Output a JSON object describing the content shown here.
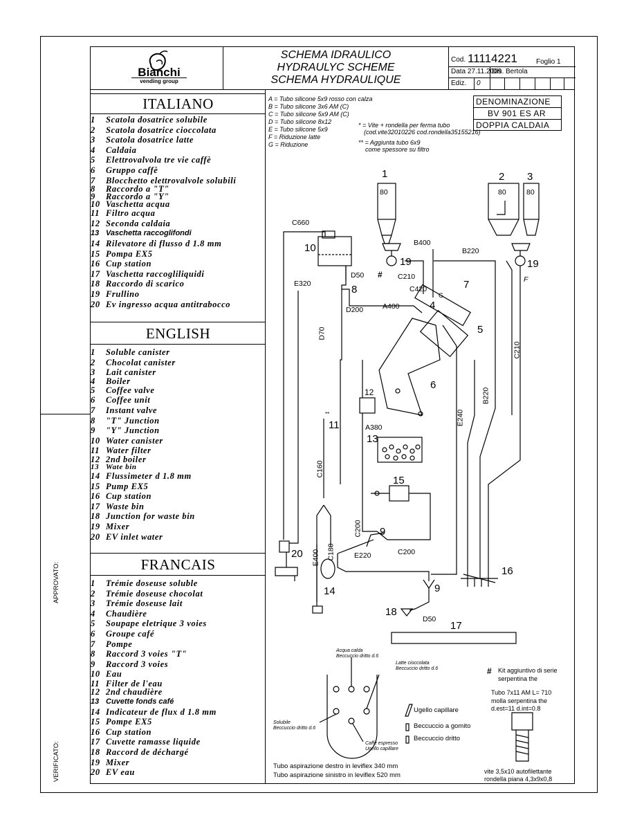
{
  "header": {
    "logo_text": "Bianchi",
    "logo_sub": "vending group",
    "title_lines": [
      "SCHEMA  IDRAULICO",
      "HYDRAULYC  SCHEME",
      "SCHEMA  HYDRAULIQUE"
    ],
    "cod_label": "Cod.",
    "cod_value": "11114221",
    "foglio": "Foglio 1",
    "data": "Data 27.11.2009",
    "dis": "Dis. Bertola",
    "ediz_label": "Ediz.",
    "ediz_value": "0"
  },
  "denominazione": {
    "label": "DENOMINAZIONE",
    "model": "BV 901 ES AR",
    "variant": "DOPPIA CALDAIA"
  },
  "tube_legend": [
    "A = Tubo silicone 5x9 rosso con calza",
    "B = Tubo silicone 3x6 AM (C)",
    "C = Tubo silicone 5x9 AM (C)",
    "D = Tubo silicone 8x12",
    "E = Tubo silicone 5x9",
    "F = Riduzione latte",
    "G = Riduzione"
  ],
  "notes": {
    "n1a": "* = Vite + rondella per ferma tubo",
    "n1b": "(cod.vite32010226 cod.rondella35155216)",
    "n2a": "** = Aggiunta tubo 6x9",
    "n2b": "come spessore su filtro"
  },
  "italiano": {
    "title": "ITALIANO",
    "items": [
      [
        "1",
        "Scatola  dosatrice  solubile"
      ],
      [
        "2",
        "Scatola  dosatrice  cioccolata"
      ],
      [
        "3",
        "Scatola  dosatrice  latte"
      ],
      [
        "4",
        "Caldaia"
      ],
      [
        "5",
        "Elettrovalvola  tre  vie  caffè"
      ],
      [
        "6",
        "Gruppo  caffè"
      ],
      [
        "7",
        "Blocchetto  elettrovalvole  solubili"
      ],
      [
        "8",
        "Raccordo  a  \"T\""
      ],
      [
        "9",
        "Raccordo  a  \"Y\""
      ],
      [
        "10",
        "Vaschetta  acqua"
      ],
      [
        "11",
        "Filtro  acqua"
      ],
      [
        "12",
        "Seconda  caldaia"
      ],
      [
        "13",
        "Vaschetta raccoglifondi"
      ],
      [
        "14",
        "Rilevatore  di  flusso  d  1.8  mm"
      ],
      [
        "15",
        "Pompa  EX5"
      ],
      [
        "16",
        "Cup  station"
      ],
      [
        "17",
        "Vaschetta  raccogliliquidi"
      ],
      [
        "18",
        "Raccordo  di  scarico"
      ],
      [
        "19",
        "Frullino"
      ],
      [
        "20",
        "Ev  ingresso  acqua  antitrabocco"
      ]
    ]
  },
  "english": {
    "title": "ENGLISH",
    "items": [
      [
        "1",
        "Soluble  canister"
      ],
      [
        "2",
        "Chocolat  canister"
      ],
      [
        "3",
        "Lait  canister"
      ],
      [
        "4",
        "Boiler"
      ],
      [
        "5",
        "Coffee  valve"
      ],
      [
        "6",
        "Coffee  unit"
      ],
      [
        "7",
        "Instant  valve"
      ],
      [
        "8",
        "\"T\"  Junction"
      ],
      [
        "9",
        "\"Y\"  Junction"
      ],
      [
        "10",
        "Water  canister"
      ],
      [
        "11",
        "Water  filter"
      ],
      [
        "12",
        "2nd  boiler"
      ],
      [
        "13",
        "Wate bin"
      ],
      [
        "14",
        "Flussimeter  d  1.8  mm"
      ],
      [
        "15",
        "Pump  EX5"
      ],
      [
        "16",
        "Cup  station"
      ],
      [
        "17",
        "Waste  bin"
      ],
      [
        "18",
        "Junction  for  waste  bin"
      ],
      [
        "19",
        "Mixer"
      ],
      [
        "20",
        "EV  inlet  water"
      ]
    ]
  },
  "francais": {
    "title": "FRANCAIS",
    "items": [
      [
        "1",
        "Trémie  doseuse  soluble"
      ],
      [
        "2",
        "Trémie  doseuse  chocolat"
      ],
      [
        "3",
        "Trémie  doseuse  lait"
      ],
      [
        "4",
        "Chaudière"
      ],
      [
        "5",
        "Soupape  eletrique  3  voies"
      ],
      [
        "6",
        "Groupe  café"
      ],
      [
        "7",
        "Pompe"
      ],
      [
        "8",
        "Raccord  3  voies  \"T\""
      ],
      [
        "9",
        "Raccord  3  voies"
      ],
      [
        "10",
        "Eau"
      ],
      [
        "11",
        "Filter  de  l'eau"
      ],
      [
        "12",
        "2nd  chaudière"
      ],
      [
        "13",
        "Cuvette fonds café"
      ],
      [
        "14",
        "Indicateur  de  flux  d  1.8  mm"
      ],
      [
        "15",
        "Pompe  EX5"
      ],
      [
        "16",
        "Cup  station"
      ],
      [
        "17",
        "Cuvette  ramasse  liquide"
      ],
      [
        "18",
        "Raccord  de  déchargé"
      ],
      [
        "19",
        "Mixer"
      ],
      [
        "20",
        "EV  eau"
      ]
    ]
  },
  "side": {
    "approvato": "APPROVATO:",
    "verificato": "VERIFICATO:"
  },
  "diagram_labels": {
    "c660": "C660",
    "n10": "10",
    "d50a": "D50",
    "n8": "8",
    "e320": "E320",
    "d70": "D70",
    "d200": "D200",
    "a400": "A400",
    "b400": "B400",
    "b220a": "B220",
    "c210a": "C210",
    "c420": "C420",
    "n4": "4",
    "n7": "7",
    "g": "G",
    "n5": "5",
    "n6": "6",
    "n1": "1",
    "n2": "2",
    "n3": "3",
    "n19a": "19",
    "n19b": "19",
    "f": "F",
    "c210b": "C210",
    "b220b": "B220",
    "e240": "E240",
    "n12": "12",
    "a380": "A380",
    "n13": "13",
    "n11": "11",
    "ast2": "**",
    "c160": "C160",
    "n15": "15",
    "c200a": "C200",
    "n9a": "9",
    "c200b": "C200",
    "e220": "E220",
    "c180": "C180",
    "e400": "E400",
    "n20": "20",
    "n14": "14",
    "n16": "16",
    "n9b": "9",
    "n18": "18",
    "d50b": "D50",
    "n17": "17",
    "hash": "#",
    "gauge": "80"
  },
  "nozzle": {
    "acqua_calda": "Acqua calda",
    "acqua_calda_sub": "Beccuccio dritto d.6",
    "latte": "Latte cioccolata",
    "latte_sub": "Beccuccio dritto d.6",
    "solubile": "Solubile",
    "solubile_sub": "Beccuccio dritto d.6",
    "caffe": "Caffè espresso",
    "caffe_sub": "Ugello capillare",
    "key1": "Ugello capillare",
    "key2": "Beccuccio a gomito",
    "key3": "Beccuccio dritto",
    "tubo1": "Tubo aspirazione destro in leviflex 340 mm",
    "tubo2": "Tubo aspirazione sinistro in leviflex 520 mm"
  },
  "kit": {
    "line1": "Kit aggiuntivo di serie",
    "line2": "serpentina the",
    "line3": "Tubo 7x11 AM L= 710",
    "line4": "molla serpentina the",
    "line5": "d.est=11        d.int=0.8",
    "line6": "vite 3,5x10 autofilettante",
    "line7": "rondella piana 4,3x9x0,8"
  }
}
